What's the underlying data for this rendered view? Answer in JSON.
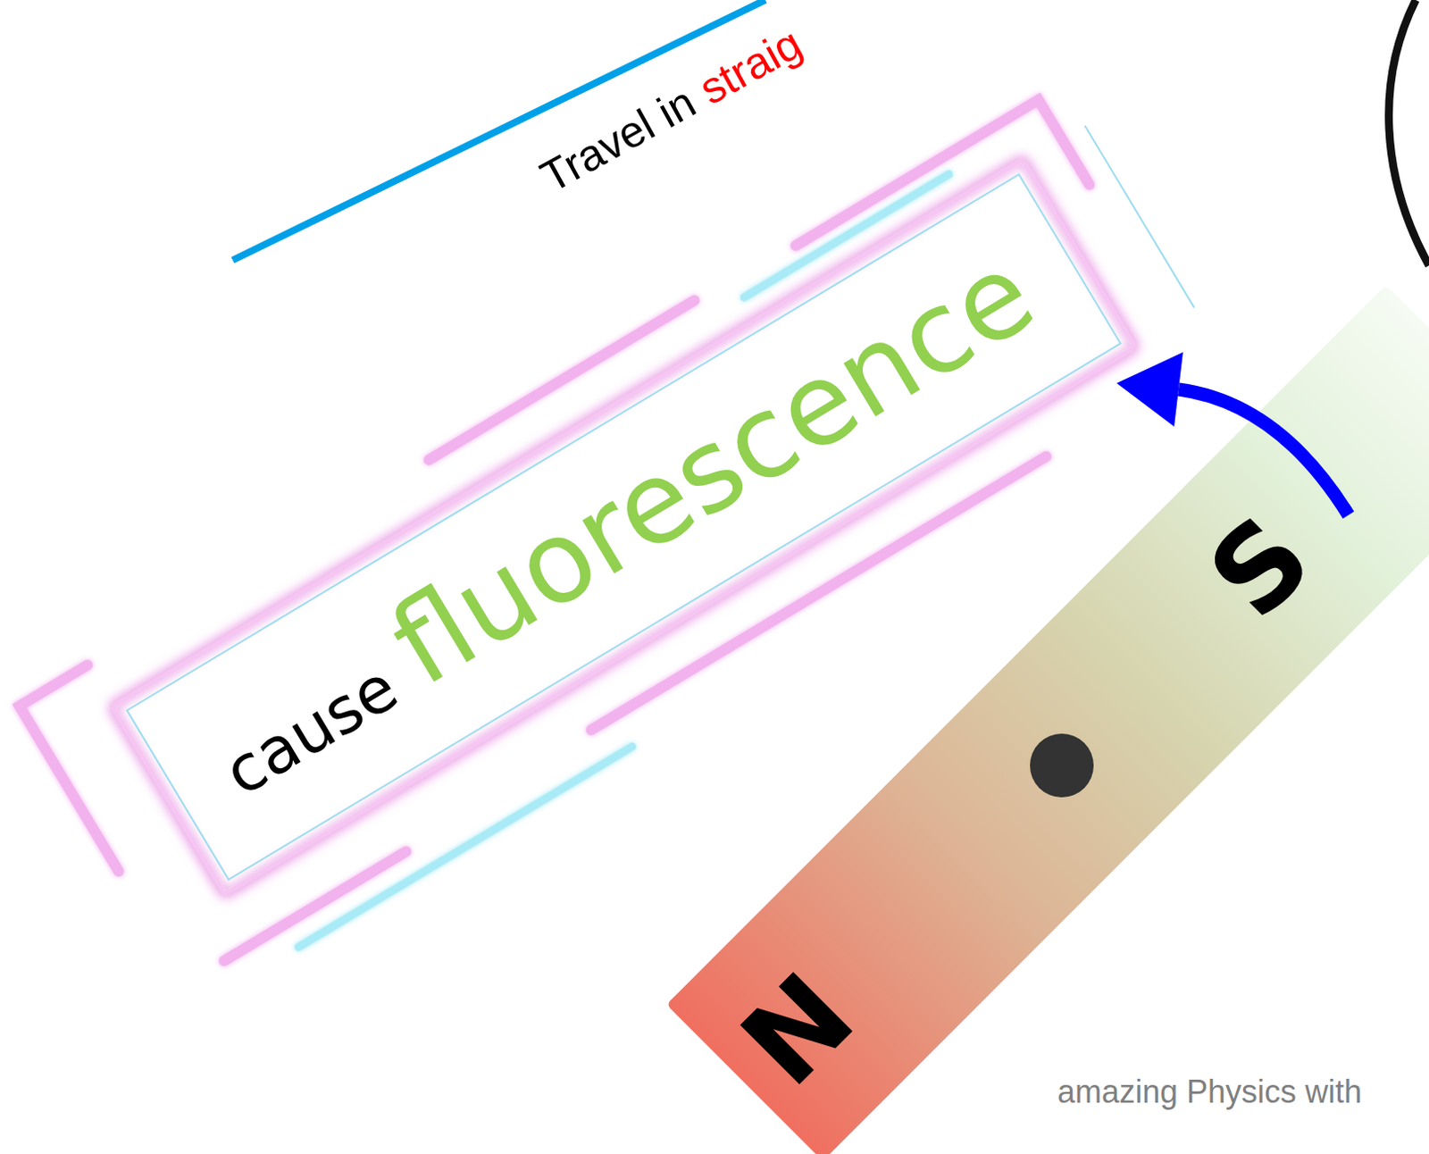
{
  "diagram": {
    "nodes": [
      {
        "text": [
          "cause",
          "fluorescence"
        ]
      },
      {
        "text": [
          "N",
          "S"
        ]
      }
    ],
    "labels": [
      "Travel in",
      "straig",
      "amazing Physics with"
    ]
  }
}
